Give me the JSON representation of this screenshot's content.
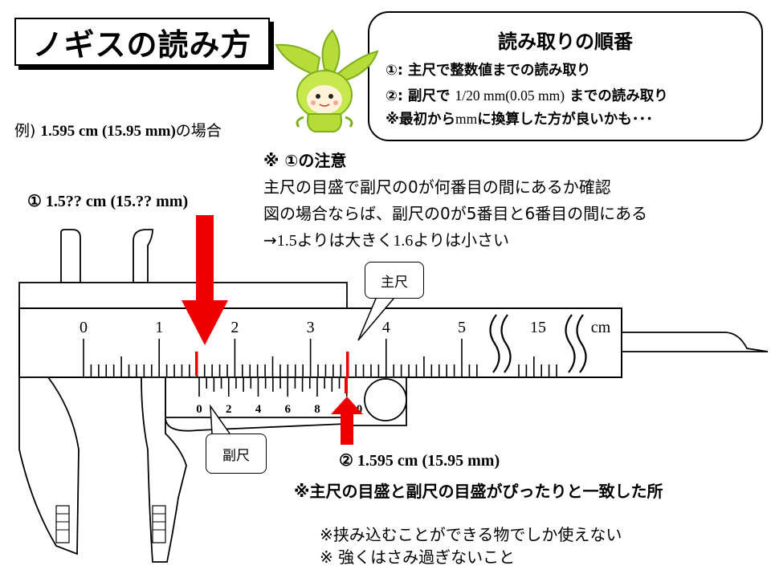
{
  "title": "ノギスの読み方",
  "order": {
    "heading": "読み取りの順番",
    "step1": "①: 主尺で整数値までの読み取り",
    "step2_prefix": "②: 副尺で",
    "step2_serif": "1/20 mm(0.05 mm)",
    "step2_suffix": "までの読み取り",
    "note_prefix": "※最初から",
    "note_serif": "mm",
    "note_suffix": "に換算した方が良いかも･･･"
  },
  "example": {
    "prefix": "例)",
    "value": "1.595 cm (15.95 mm)",
    "suffix": "の場合"
  },
  "caution": {
    "heading": "※ ①の注意",
    "line1": "主尺の目盛で副尺の0が何番目の間にあるか確認",
    "line2": "図の場合ならば、副尺の0が5番目と6番目の間にある",
    "line3_a": "→",
    "line3_n1": "1.5",
    "line3_b": "よりは大きく",
    "line3_n2": "1.6",
    "line3_c": "よりは小さい"
  },
  "reading1": "① 1.5?? cm (15.?? mm)",
  "reading2": "② 1.595 cm (15.95 mm)",
  "match_note": "※主尺の目盛と副尺の目盛がぴったりと一致した所",
  "warnings": [
    "※挟み込むことができる物でしか使えない",
    "※ 強くはさみ過ぎないこと"
  ],
  "callouts": {
    "main_scale": "主尺",
    "vernier": "副尺"
  },
  "main_scale_labels": [
    "0",
    "1",
    "2",
    "3",
    "4",
    "5",
    "15",
    "cm"
  ],
  "vernier_labels": [
    "0",
    "2",
    "4",
    "6",
    "8",
    "10"
  ],
  "colors": {
    "arrow": "#ee0000",
    "mascot": "#b5dc38",
    "mascot_dark": "#7fae1e"
  }
}
